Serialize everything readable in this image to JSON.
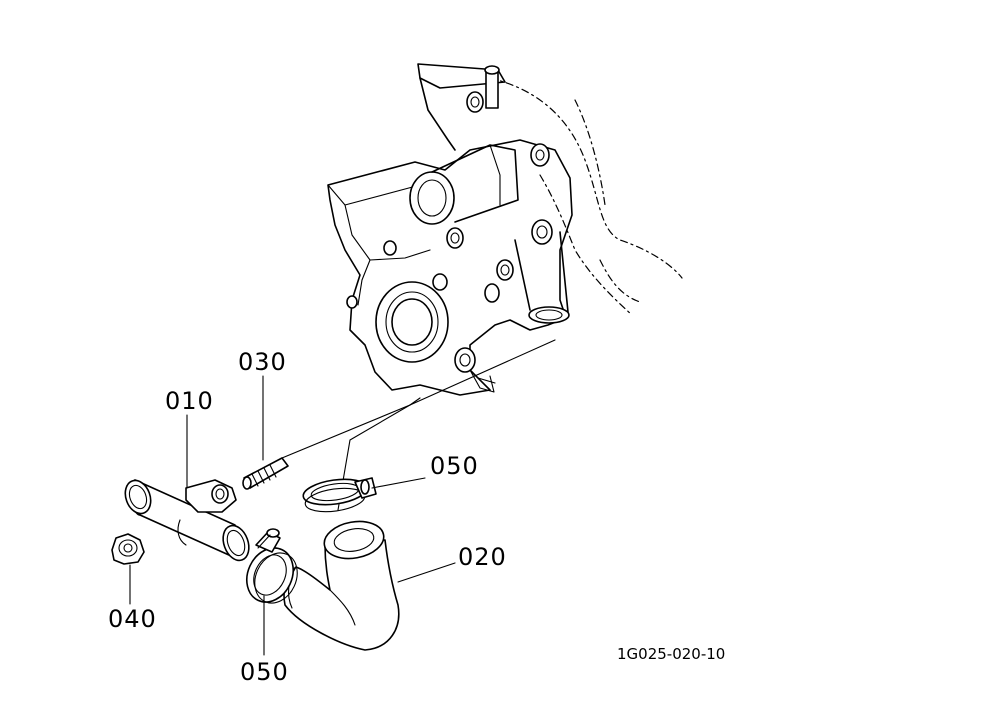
{
  "callouts": {
    "p010": "010",
    "p020": "020",
    "p030": "030",
    "p040": "040",
    "p050_top": "050",
    "p050_bottom": "050"
  },
  "drawing_code": "1G025-020-10"
}
